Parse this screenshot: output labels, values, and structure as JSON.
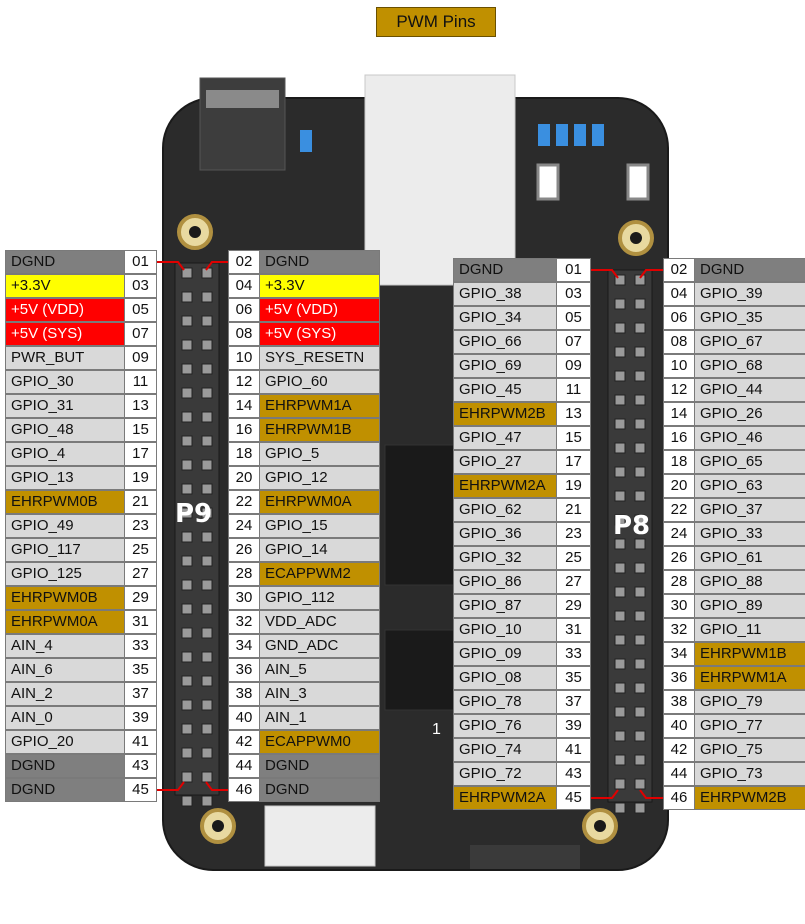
{
  "title": "PWM Pins",
  "headers": {
    "p9": {
      "label": "P9"
    },
    "p8": {
      "label": "P8"
    }
  },
  "board": {
    "pin1_mark": "1"
  },
  "colors": {
    "gnd": "#7f7f7f",
    "v33": "#ffff00",
    "v5": "#ff0000",
    "pwm": "#c09000",
    "gpio": "#d9d9d9",
    "title_bg": "#c09000"
  },
  "p9_left": [
    {
      "label": "DGND",
      "num": "01",
      "type": "gnd"
    },
    {
      "label": "+3.3V",
      "num": "03",
      "type": "v33"
    },
    {
      "label": "+5V (VDD)",
      "num": "05",
      "type": "v5"
    },
    {
      "label": "+5V (SYS)",
      "num": "07",
      "type": "v5"
    },
    {
      "label": "PWR_BUT",
      "num": "09",
      "type": "gpio"
    },
    {
      "label": "GPIO_30",
      "num": "11",
      "type": "gpio"
    },
    {
      "label": "GPIO_31",
      "num": "13",
      "type": "gpio"
    },
    {
      "label": "GPIO_48",
      "num": "15",
      "type": "gpio"
    },
    {
      "label": "GPIO_4",
      "num": "17",
      "type": "gpio"
    },
    {
      "label": "GPIO_13",
      "num": "19",
      "type": "gpio"
    },
    {
      "label": "EHRPWM0B",
      "num": "21",
      "type": "pwm"
    },
    {
      "label": "GPIO_49",
      "num": "23",
      "type": "gpio"
    },
    {
      "label": "GPIO_117",
      "num": "25",
      "type": "gpio"
    },
    {
      "label": "GPIO_125",
      "num": "27",
      "type": "gpio"
    },
    {
      "label": "EHRPWM0B",
      "num": "29",
      "type": "pwm"
    },
    {
      "label": "EHRPWM0A",
      "num": "31",
      "type": "pwm"
    },
    {
      "label": "AIN_4",
      "num": "33",
      "type": "gpio"
    },
    {
      "label": "AIN_6",
      "num": "35",
      "type": "gpio"
    },
    {
      "label": "AIN_2",
      "num": "37",
      "type": "gpio"
    },
    {
      "label": "AIN_0",
      "num": "39",
      "type": "gpio"
    },
    {
      "label": "GPIO_20",
      "num": "41",
      "type": "gpio"
    },
    {
      "label": "DGND",
      "num": "43",
      "type": "gnd"
    },
    {
      "label": "DGND",
      "num": "45",
      "type": "gnd"
    }
  ],
  "p9_right": [
    {
      "label": "DGND",
      "num": "02",
      "type": "gnd"
    },
    {
      "label": "+3.3V",
      "num": "04",
      "type": "v33"
    },
    {
      "label": "+5V (VDD)",
      "num": "06",
      "type": "v5"
    },
    {
      "label": "+5V (SYS)",
      "num": "08",
      "type": "v5"
    },
    {
      "label": "SYS_RESETN",
      "num": "10",
      "type": "gpio"
    },
    {
      "label": "GPIO_60",
      "num": "12",
      "type": "gpio"
    },
    {
      "label": "EHRPWM1A",
      "num": "14",
      "type": "pwm"
    },
    {
      "label": "EHRPWM1B",
      "num": "16",
      "type": "pwm"
    },
    {
      "label": "GPIO_5",
      "num": "18",
      "type": "gpio"
    },
    {
      "label": "GPIO_12",
      "num": "20",
      "type": "gpio"
    },
    {
      "label": "EHRPWM0A",
      "num": "22",
      "type": "pwm"
    },
    {
      "label": "GPIO_15",
      "num": "24",
      "type": "gpio"
    },
    {
      "label": "GPIO_14",
      "num": "26",
      "type": "gpio"
    },
    {
      "label": "ECAPPWM2",
      "num": "28",
      "type": "pwm"
    },
    {
      "label": "GPIO_112",
      "num": "30",
      "type": "gpio"
    },
    {
      "label": "VDD_ADC",
      "num": "32",
      "type": "gpio"
    },
    {
      "label": "GND_ADC",
      "num": "34",
      "type": "gpio"
    },
    {
      "label": "AIN_5",
      "num": "36",
      "type": "gpio"
    },
    {
      "label": "AIN_3",
      "num": "38",
      "type": "gpio"
    },
    {
      "label": "AIN_1",
      "num": "40",
      "type": "gpio"
    },
    {
      "label": "ECAPPWM0",
      "num": "42",
      "type": "pwm"
    },
    {
      "label": "DGND",
      "num": "44",
      "type": "gnd"
    },
    {
      "label": "DGND",
      "num": "46",
      "type": "gnd"
    }
  ],
  "p8_left": [
    {
      "label": "DGND",
      "num": "01",
      "type": "gnd"
    },
    {
      "label": "GPIO_38",
      "num": "03",
      "type": "gpio"
    },
    {
      "label": "GPIO_34",
      "num": "05",
      "type": "gpio"
    },
    {
      "label": "GPIO_66",
      "num": "07",
      "type": "gpio"
    },
    {
      "label": "GPIO_69",
      "num": "09",
      "type": "gpio"
    },
    {
      "label": "GPIO_45",
      "num": "11",
      "type": "gpio"
    },
    {
      "label": "EHRPWM2B",
      "num": "13",
      "type": "pwm"
    },
    {
      "label": "GPIO_47",
      "num": "15",
      "type": "gpio"
    },
    {
      "label": "GPIO_27",
      "num": "17",
      "type": "gpio"
    },
    {
      "label": "EHRPWM2A",
      "num": "19",
      "type": "pwm"
    },
    {
      "label": "GPIO_62",
      "num": "21",
      "type": "gpio"
    },
    {
      "label": "GPIO_36",
      "num": "23",
      "type": "gpio"
    },
    {
      "label": "GPIO_32",
      "num": "25",
      "type": "gpio"
    },
    {
      "label": "GPIO_86",
      "num": "27",
      "type": "gpio"
    },
    {
      "label": "GPIO_87",
      "num": "29",
      "type": "gpio"
    },
    {
      "label": "GPIO_10",
      "num": "31",
      "type": "gpio"
    },
    {
      "label": "GPIO_09",
      "num": "33",
      "type": "gpio"
    },
    {
      "label": "GPIO_08",
      "num": "35",
      "type": "gpio"
    },
    {
      "label": "GPIO_78",
      "num": "37",
      "type": "gpio"
    },
    {
      "label": "GPIO_76",
      "num": "39",
      "type": "gpio"
    },
    {
      "label": "GPIO_74",
      "num": "41",
      "type": "gpio"
    },
    {
      "label": "GPIO_72",
      "num": "43",
      "type": "gpio"
    },
    {
      "label": "EHRPWM2A",
      "num": "45",
      "type": "pwm"
    }
  ],
  "p8_right": [
    {
      "label": "DGND",
      "num": "02",
      "type": "gnd"
    },
    {
      "label": "GPIO_39",
      "num": "04",
      "type": "gpio"
    },
    {
      "label": "GPIO_35",
      "num": "06",
      "type": "gpio"
    },
    {
      "label": "GPIO_67",
      "num": "08",
      "type": "gpio"
    },
    {
      "label": "GPIO_68",
      "num": "10",
      "type": "gpio"
    },
    {
      "label": "GPIO_44",
      "num": "12",
      "type": "gpio"
    },
    {
      "label": "GPIO_26",
      "num": "14",
      "type": "gpio"
    },
    {
      "label": "GPIO_46",
      "num": "16",
      "type": "gpio"
    },
    {
      "label": "GPIO_65",
      "num": "18",
      "type": "gpio"
    },
    {
      "label": "GPIO_63",
      "num": "20",
      "type": "gpio"
    },
    {
      "label": "GPIO_37",
      "num": "22",
      "type": "gpio"
    },
    {
      "label": "GPIO_33",
      "num": "24",
      "type": "gpio"
    },
    {
      "label": "GPIO_61",
      "num": "26",
      "type": "gpio"
    },
    {
      "label": "GPIO_88",
      "num": "28",
      "type": "gpio"
    },
    {
      "label": "GPIO_89",
      "num": "30",
      "type": "gpio"
    },
    {
      "label": "GPIO_11",
      "num": "32",
      "type": "gpio"
    },
    {
      "label": "EHRPWM1B",
      "num": "34",
      "type": "pwm"
    },
    {
      "label": "EHRPWM1A",
      "num": "36",
      "type": "pwm"
    },
    {
      "label": "GPIO_79",
      "num": "38",
      "type": "gpio"
    },
    {
      "label": "GPIO_77",
      "num": "40",
      "type": "gpio"
    },
    {
      "label": "GPIO_75",
      "num": "42",
      "type": "gpio"
    },
    {
      "label": "GPIO_73",
      "num": "44",
      "type": "gpio"
    },
    {
      "label": "EHRPWM2B",
      "num": "46",
      "type": "pwm"
    }
  ]
}
